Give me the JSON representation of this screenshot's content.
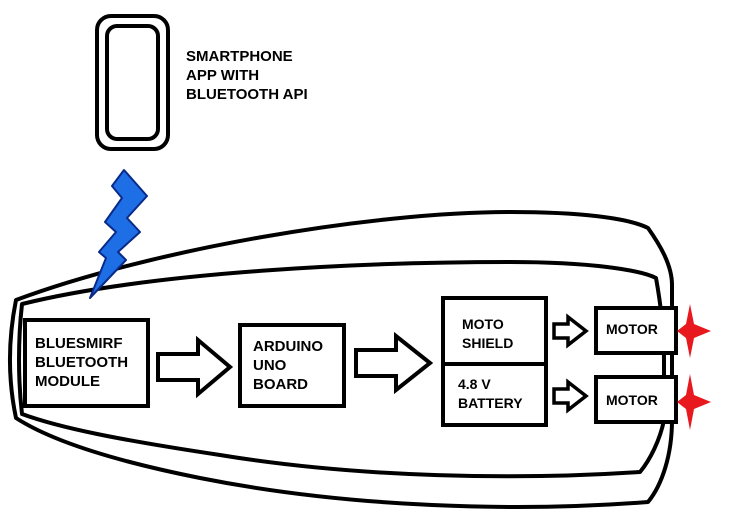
{
  "phone": {
    "label_lines": [
      "SMARTPHONE",
      "APP WITH",
      "BLUETOOTH API"
    ]
  },
  "blocks": {
    "bluesmirf": [
      "BLUESMIRF",
      "BLUETOOTH",
      "MODULE"
    ],
    "arduino": [
      "ARDUINO",
      "UNO",
      "BOARD"
    ],
    "moto_shield": [
      "MOTO",
      "SHIELD"
    ],
    "battery": [
      "4.8 V",
      "BATTERY"
    ],
    "motor_top": "MOTOR",
    "motor_bottom": "MOTOR"
  },
  "colors": {
    "lightning": "#1e6fe6",
    "propeller": "#e8191e",
    "line": "#000000"
  }
}
